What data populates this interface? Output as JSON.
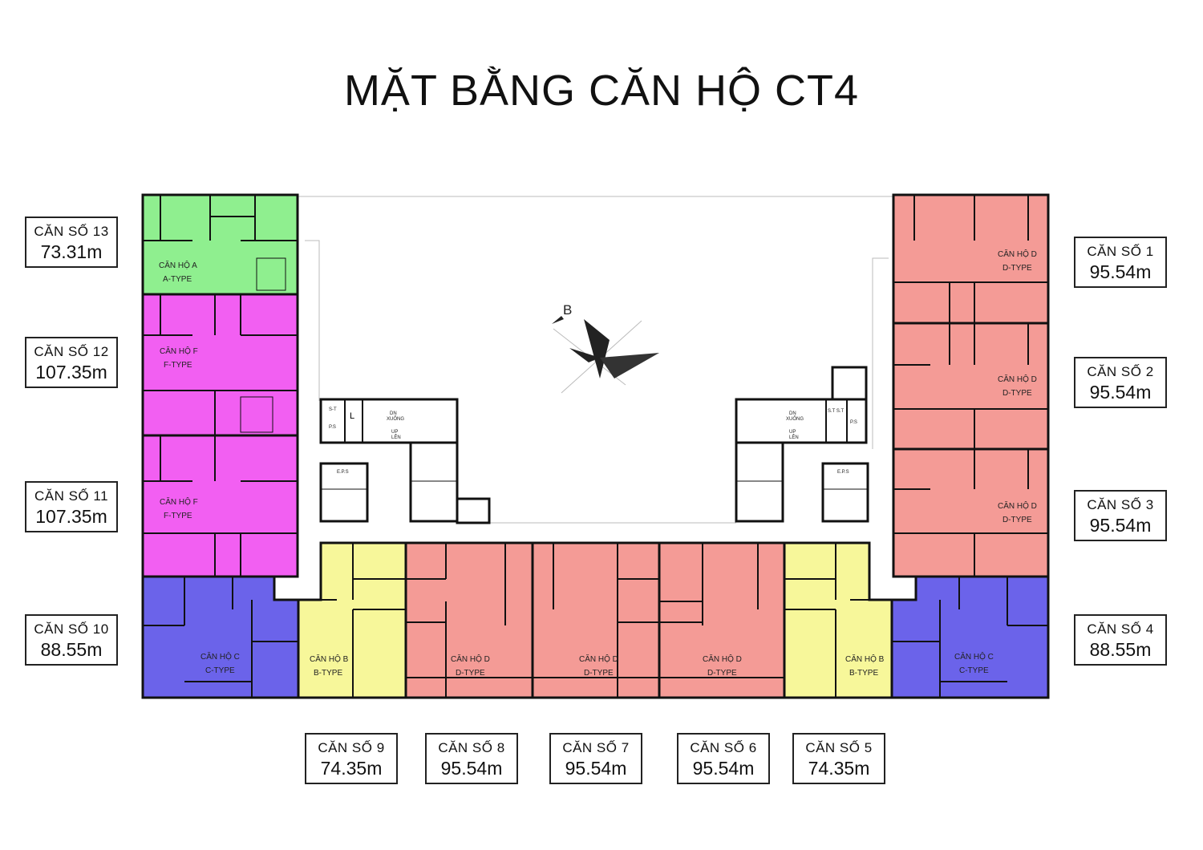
{
  "title": "MẶT BẰNG CĂN HỘ CT4",
  "colors": {
    "A": "#8fef8f",
    "F": "#f25ff2",
    "C": "#6b63ea",
    "B": "#f7f79a",
    "D": "#f49b96",
    "wall": "#111111"
  },
  "labels": {
    "u13": {
      "name": "CĂN SỐ 13",
      "area": "73.31m"
    },
    "u12": {
      "name": "CĂN SỐ 12",
      "area": "107.35m"
    },
    "u11": {
      "name": "CĂN SỐ 11",
      "area": "107.35m"
    },
    "u10": {
      "name": "CĂN SỐ 10",
      "area": "88.55m"
    },
    "u1": {
      "name": "CĂN SỐ 1",
      "area": "95.54m"
    },
    "u2": {
      "name": "CĂN SỐ 2",
      "area": "95.54m"
    },
    "u3": {
      "name": "CĂN SỐ 3",
      "area": "95.54m"
    },
    "u4": {
      "name": "CĂN SỐ 4",
      "area": "88.55m"
    },
    "u9": {
      "name": "CĂN SỐ 9",
      "area": "74.35m"
    },
    "u8": {
      "name": "CĂN SỐ 8",
      "area": "95.54m"
    },
    "u7": {
      "name": "CĂN SỐ 7",
      "area": "95.54m"
    },
    "u6": {
      "name": "CĂN SỐ 6",
      "area": "95.54m"
    },
    "u5": {
      "name": "CĂN SỐ 5",
      "area": "74.35m"
    }
  },
  "unit_types": {
    "A": {
      "line1": "CĂN HỘ A",
      "line2": "A-TYPE"
    },
    "F": {
      "line1": "CĂN HỘ F",
      "line2": "F-TYPE"
    },
    "C": {
      "line1": "CĂN HỘ C",
      "line2": "C-TYPE"
    },
    "B": {
      "line1": "CĂN HỘ B",
      "line2": "B-TYPE"
    },
    "D": {
      "line1": "CĂN HỘ D",
      "line2": "D-TYPE"
    }
  },
  "core_text": {
    "st": "S-T",
    "ps": "P.S",
    "l": "L",
    "dn": "DN",
    "xuong": "XUỐNG",
    "up": "UP",
    "len": "LÊN",
    "eps": "E.P.S",
    "stst": "S.T  S.T",
    "ps2": "P.S"
  },
  "compass": {
    "letter": "B"
  }
}
